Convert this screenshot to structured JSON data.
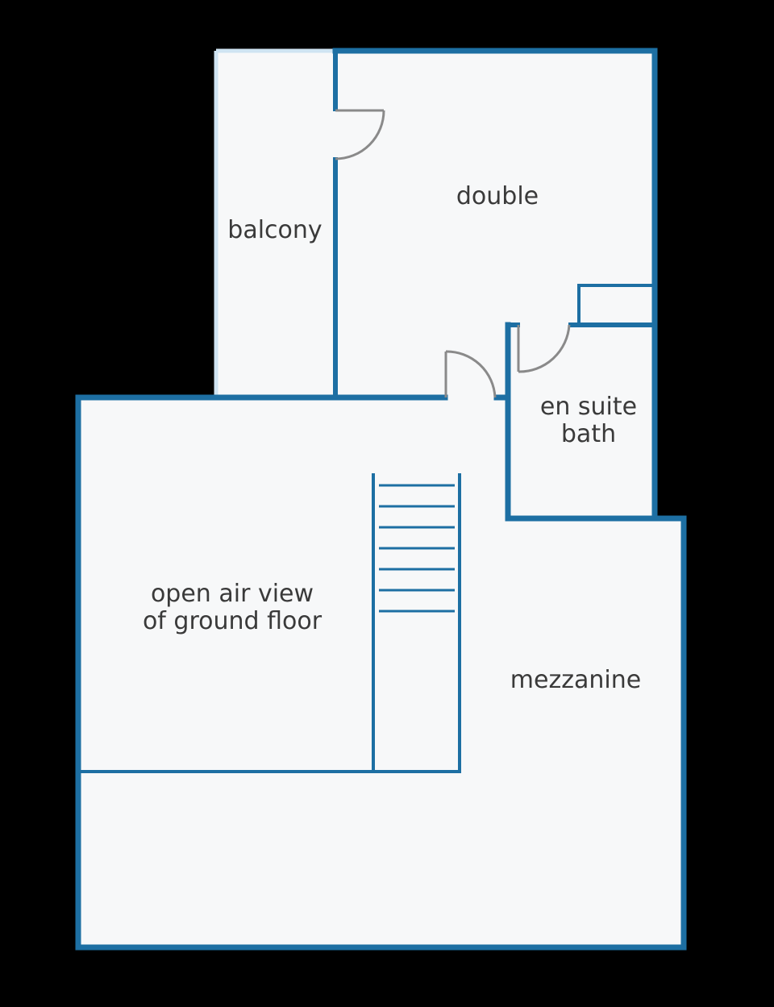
{
  "colors": {
    "background": "#000000",
    "floor": "#f7f8f9",
    "wall": "#1d6fa3",
    "balcony_wall": "#cfe4f2",
    "door": "#8a8a8a",
    "label": "#3a3a3a"
  },
  "rooms": {
    "balcony": {
      "label": "balcony"
    },
    "double": {
      "label": "double"
    },
    "en_suite_bath": {
      "label_line1": "en suite",
      "label_line2": "bath"
    },
    "open_air_view": {
      "label_line1": "open air view",
      "label_line2": "of ground floor"
    },
    "mezzanine": {
      "label": "mezzanine"
    }
  },
  "icons": {
    "stairs": "stairs-icon",
    "door": "door-swing-icon"
  }
}
